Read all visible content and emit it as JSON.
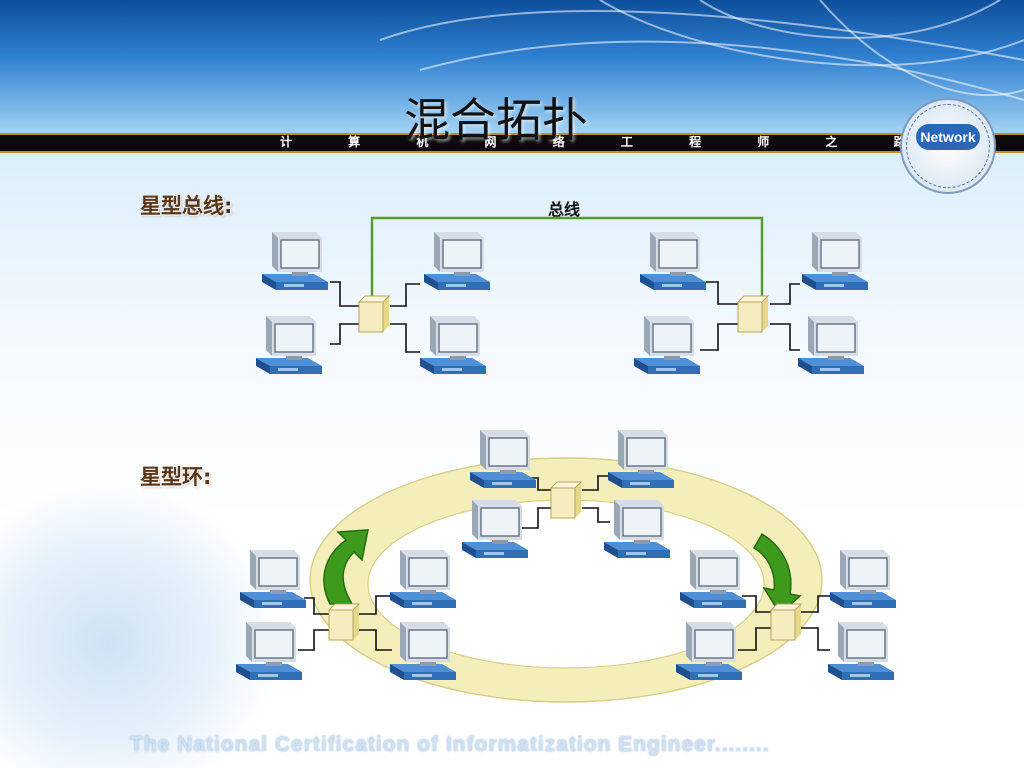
{
  "slide": {
    "title": "混合拓扑",
    "banner_text": "计 算 机 网 络 工 程 师 之 路",
    "logo_text": "Network",
    "footer_text": "The National Certification of Informatization Engineer........"
  },
  "sections": {
    "star_bus": {
      "label": "星型总线:",
      "bus_label": "总线"
    },
    "star_ring": {
      "label": "星型环:"
    }
  },
  "colors": {
    "banner": "#0b0b0b",
    "banner_trim": "#c88a18",
    "label_text": "#5a3616",
    "bus_line": "#5a9a2a",
    "hub": "#f3e9b5",
    "ring": "#f6f0bf",
    "arrow": "#3d9a1c",
    "computer_base": "#2f6fb8"
  }
}
